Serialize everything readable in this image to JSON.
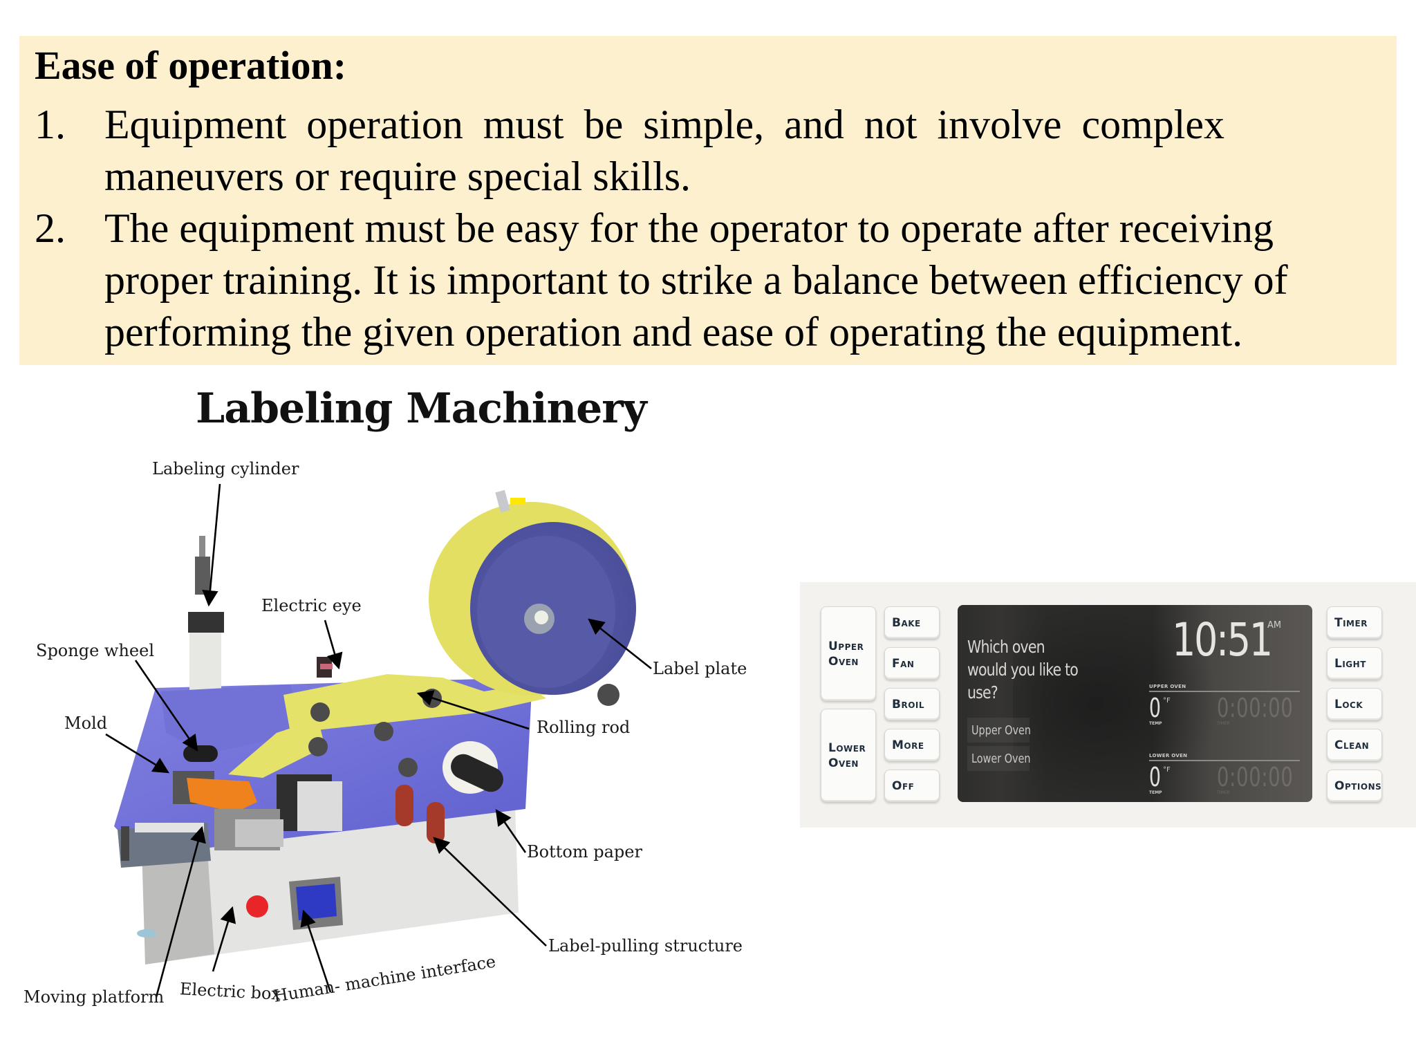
{
  "ease_section": {
    "heading": "Ease of operation:",
    "items": [
      {
        "number": "1.",
        "lines": [
          "Equipment operation must be simple, and not involve complex",
          "maneuvers or require special skills."
        ]
      },
      {
        "number": "2.",
        "lines": [
          "The equipment must be easy for the operator to operate after receiving",
          "proper training. It is important to strike a balance between efficiency of",
          "performing the given operation and ease of operating the equipment."
        ]
      }
    ],
    "background_color": "#fdf0cf"
  },
  "diagram": {
    "title": "Labeling Machinery",
    "callouts": {
      "labeling_cylinder": "Labeling cylinder",
      "electric_eye": "Electric eye",
      "sponge_wheel": "Sponge wheel",
      "label_plate": "Label plate",
      "mold": "Mold",
      "rolling_rod": "Rolling rod",
      "bottom_paper": "Bottom paper",
      "label_pulling_structure": "Label-pulling structure",
      "moving_platform": "Moving platform",
      "electric_box": "Electric box",
      "human_machine_interface": "Human- machine interface"
    },
    "colors": {
      "base_plate": "#6f6fd8",
      "label_strip": "#e5e26a",
      "label_plate": "#7c7fbf",
      "mold": "#f0821e",
      "stop_button": "#e8262a",
      "hmi_screen": "#2f3ac4",
      "cabinet": "#e2e2e0"
    }
  },
  "oven_panel": {
    "left_buttons": [
      {
        "line1": "Upper",
        "line2": "Oven"
      },
      {
        "line1": "Lower",
        "line2": "Oven"
      }
    ],
    "mode_buttons": [
      "Bake",
      "Fan",
      "Broil",
      "More",
      "Off"
    ],
    "right_buttons": [
      "Timer",
      "Light",
      "Lock",
      "Clean",
      "Options"
    ],
    "screen": {
      "prompt": "Which oven would you like to use?",
      "choices": [
        "Upper Oven",
        "Lower Oven"
      ],
      "clock": "10:51",
      "ampm": "AM",
      "upper": {
        "label": "UPPER OVEN",
        "temp": "0",
        "unit": "°F",
        "temp_label": "TEMP",
        "timer": "0:00:00",
        "timer_label": "TIMER"
      },
      "lower": {
        "label": "LOWER OVEN",
        "temp": "0",
        "unit": "°F",
        "temp_label": "TEMP",
        "timer": "0:00:00",
        "timer_label": "TIMER"
      }
    }
  }
}
